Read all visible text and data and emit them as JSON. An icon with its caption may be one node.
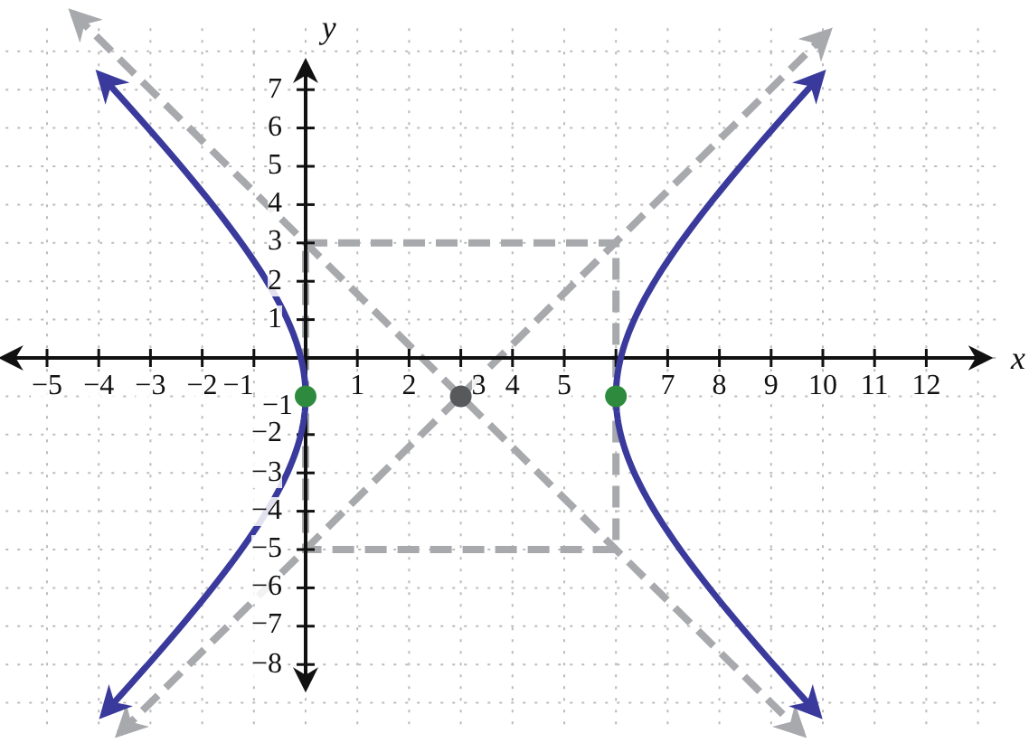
{
  "diagram": {
    "labels": [
      "y",
      "7",
      "6",
      "5",
      "4",
      "3",
      "2",
      "1",
      "−5",
      "−4",
      "−3",
      "−2",
      "−1",
      "1",
      "2",
      "3",
      "4",
      "5",
      "7",
      "8",
      "9",
      "10",
      "11",
      "12",
      "x",
      "−1",
      "−2",
      "−3",
      "−4",
      "−5",
      "−6",
      "−7",
      "−8"
    ]
  }
}
